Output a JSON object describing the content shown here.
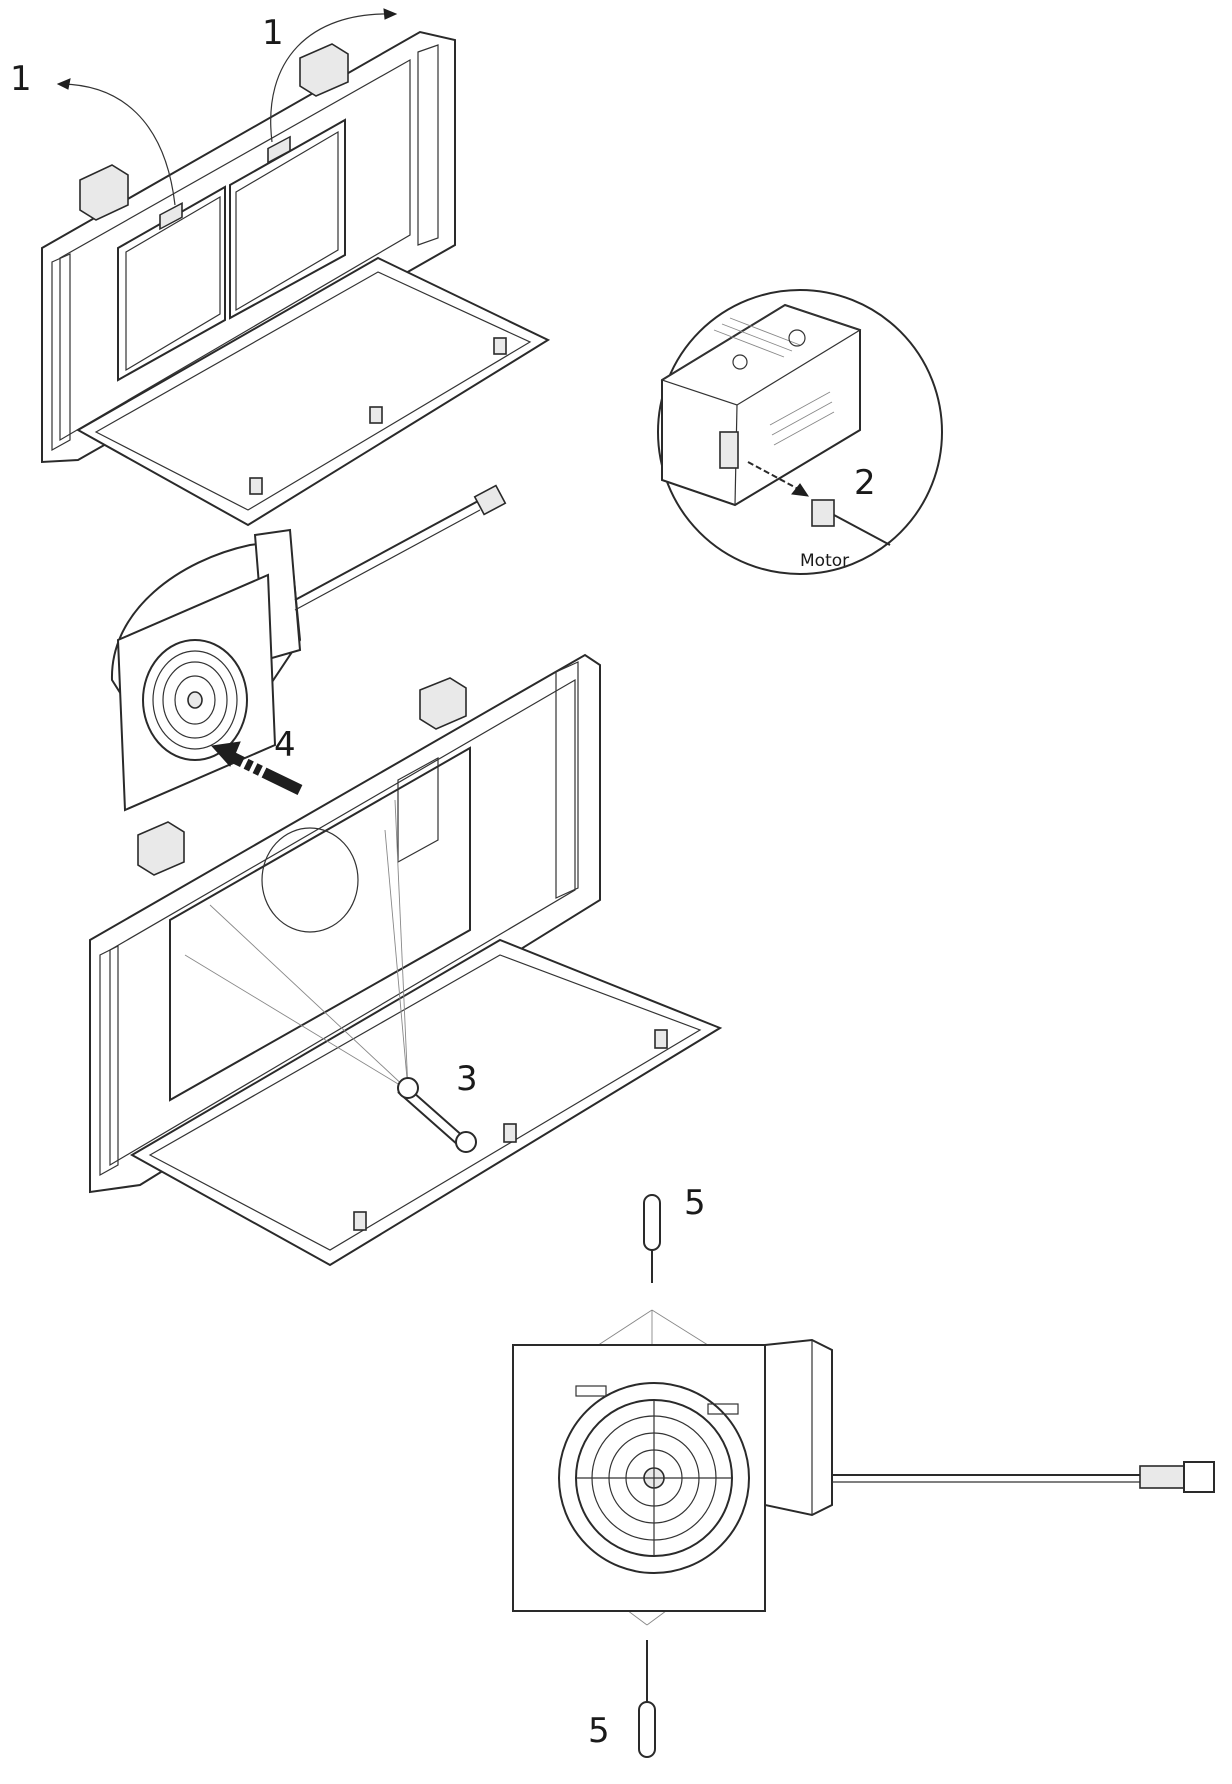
{
  "callouts": {
    "step1_left": "1",
    "step1_right": "1",
    "step2": "2",
    "step3": "3",
    "step4": "4",
    "step5_top": "5",
    "step5_bottom": "5"
  },
  "labels": {
    "motor": "Motor"
  },
  "colors": {
    "line": "#2a2a2a",
    "background": "#ffffff"
  }
}
